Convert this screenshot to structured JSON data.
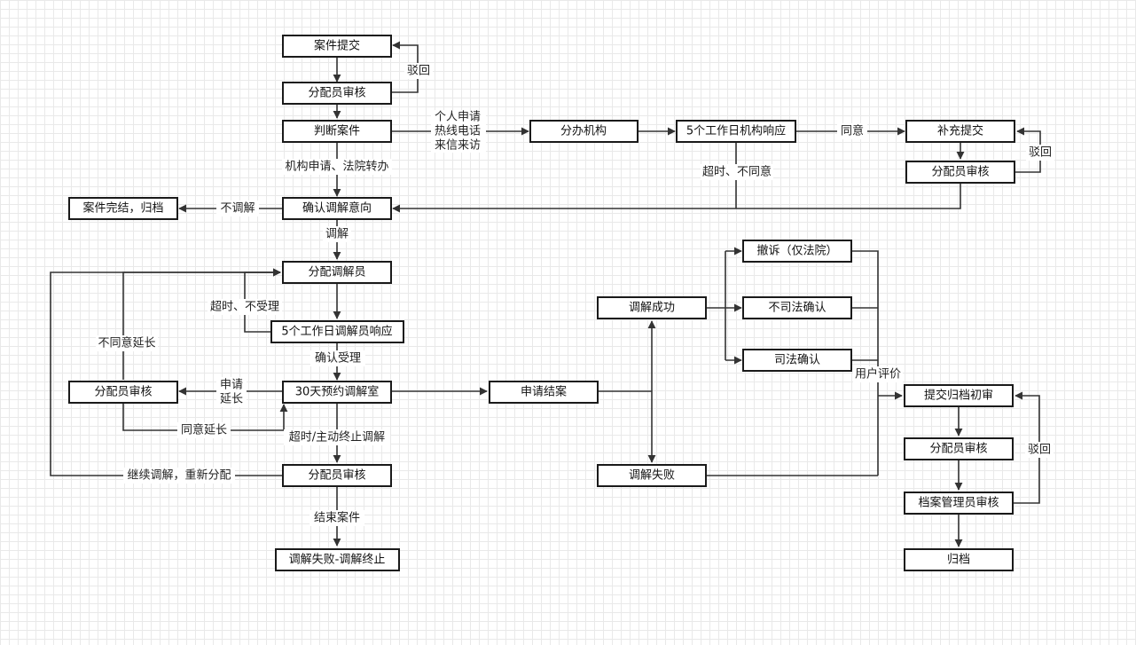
{
  "nodes": {
    "n1": "案件提交",
    "n2": "分配员审核",
    "n3": "判断案件",
    "n4": "分办机构",
    "n5": "5个工作日机构响应",
    "n6": "补充提交",
    "n7": "分配员审核",
    "n8": "案件完结，归档",
    "n9": "确认调解意向",
    "n10": "分配调解员",
    "n11": "5个工作日调解员响应",
    "n12": "分配员审核",
    "n13": "30天预约调解室",
    "n14": "申请结案",
    "n15": "分配员审核",
    "n16": "调解失败-调解终止",
    "n17": "调解成功",
    "n18": "撤诉（仅法院）",
    "n19": "不司法确认",
    "n20": "司法确认",
    "n21": "调解失败",
    "n22": "提交归档初审",
    "n23": "分配员审核",
    "n24": "档案管理员审核",
    "n25": "归档"
  },
  "labels": {
    "e_reject1": "驳回",
    "e_channels_1": "个人申请",
    "e_channels_2": "热线电话",
    "e_channels_3": "来信来访",
    "e_agree": "同意",
    "e_reject2": "驳回",
    "e_timeout_disagree": "超时、不同意",
    "e_inst_court": "机构申请、法院转办",
    "e_no_mediation": "不调解",
    "e_mediation": "调解",
    "e_timeout_reject": "超时、不受理",
    "e_disagree_extend": "不同意延长",
    "e_confirm_accept": "确认受理",
    "e_apply_extend_1": "申请",
    "e_apply_extend_2": "延长",
    "e_agree_extend": "同意延长",
    "e_timeout_stop": "超时/主动终止调解",
    "e_continue": "继续调解，重新分配",
    "e_end_case": "结束案件",
    "e_user_eval": "用户评价",
    "e_reject3": "驳回"
  }
}
